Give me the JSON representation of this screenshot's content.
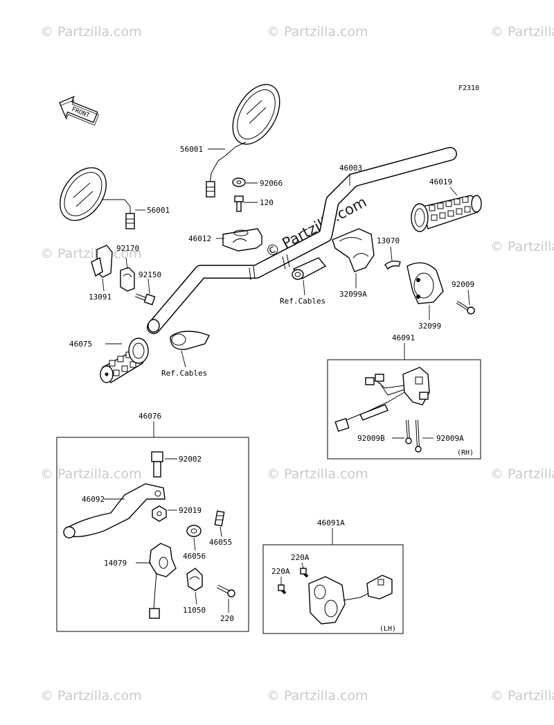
{
  "diagram": {
    "code": "F2310",
    "front_label": "FRONT",
    "center_watermark": "© Partzilla.com",
    "watermark_text": "© Partzilla.com",
    "box_rh_tag": "(RH)",
    "box_lh_tag": "(LH)",
    "ref_cables": "Ref.Cables",
    "parts": {
      "mirror_right": "56001",
      "mirror_left": "56001",
      "handlebar": "46003",
      "washer": "92066",
      "bolt_120": "120",
      "holder": "46012",
      "grip_right": "46019",
      "bracket_92170": "92170",
      "bolt_92150": "92150",
      "bracket_13091": "13091",
      "grip_left": "46075",
      "insert_13070": "13070",
      "housing_a": "32099A",
      "housing": "32099",
      "screw_92009": "92009",
      "switch_rh": "46091",
      "screw_92009b": "92009B",
      "screw_92009a": "92009A",
      "lever_assy": "46076",
      "bolt_92002": "92002",
      "lever": "46092",
      "nut_92019": "92019",
      "adjuster_46055": "46055",
      "nut_46056": "46056",
      "lever_holder": "14079",
      "clamp_11050": "11050",
      "bolt_220": "220",
      "switch_lh": "46091A",
      "screw_220a_1": "220A",
      "screw_220a_2": "220A"
    }
  }
}
